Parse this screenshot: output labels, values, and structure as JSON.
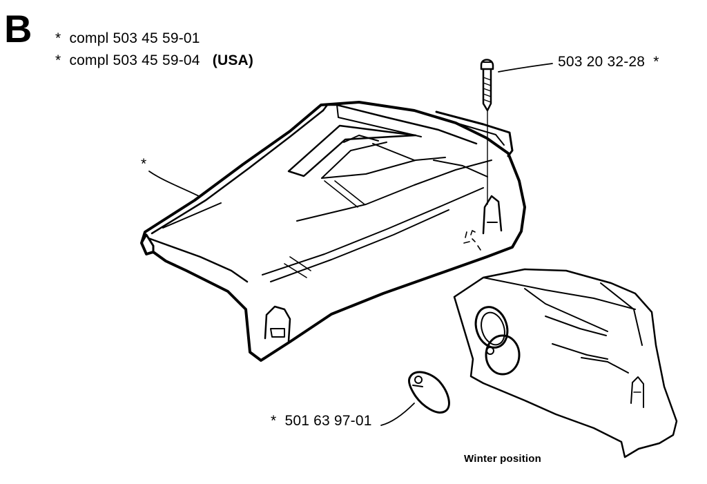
{
  "section_letter": "B",
  "labels": {
    "asterisk": "*",
    "compl_1": "compl 503 45 59-01",
    "compl_2": "compl 503 45 59-04",
    "usa": "(USA)",
    "screw_part": "503 20 32-28",
    "cover_marker": "*",
    "cap_part": "501 63 97-01",
    "winter_position": "Winter position"
  },
  "colors": {
    "ink": "#000000",
    "paper": "#ffffff"
  }
}
